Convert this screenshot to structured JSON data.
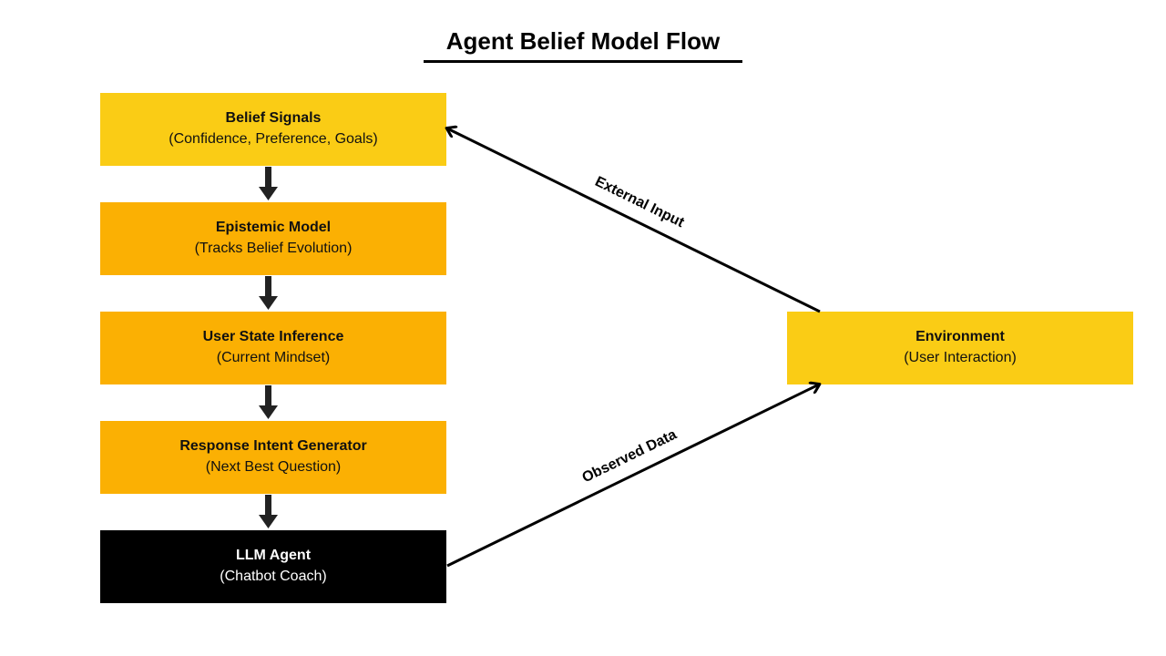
{
  "title": "Agent Belief Model Flow",
  "colors": {
    "box_yellow": "#facc15",
    "box_orange": "#fbb003",
    "box_black": "#000000",
    "text_dark": "#111111",
    "text_light": "#ffffff"
  },
  "nodes": [
    {
      "id": "belief-signals",
      "title": "Belief Signals",
      "subtitle": "(Confidence, Preference, Goals)"
    },
    {
      "id": "epistemic-model",
      "title": "Epistemic Model",
      "subtitle": "(Tracks Belief Evolution)"
    },
    {
      "id": "user-state-inference",
      "title": "User State Inference",
      "subtitle": "(Current Mindset)"
    },
    {
      "id": "response-intent-generator",
      "title": "Response Intent Generator",
      "subtitle": "(Next Best Question)"
    },
    {
      "id": "llm-agent",
      "title": "LLM Agent",
      "subtitle": "(Chatbot Coach)"
    },
    {
      "id": "environment",
      "title": "Environment",
      "subtitle": "(User Interaction)"
    }
  ],
  "edges": [
    {
      "from": "belief-signals",
      "to": "epistemic-model",
      "label": ""
    },
    {
      "from": "epistemic-model",
      "to": "user-state-inference",
      "label": ""
    },
    {
      "from": "user-state-inference",
      "to": "response-intent-generator",
      "label": ""
    },
    {
      "from": "response-intent-generator",
      "to": "llm-agent",
      "label": ""
    },
    {
      "from": "environment",
      "to": "belief-signals",
      "label": "External Input"
    },
    {
      "from": "llm-agent",
      "to": "environment",
      "label": "Observed Data"
    }
  ]
}
